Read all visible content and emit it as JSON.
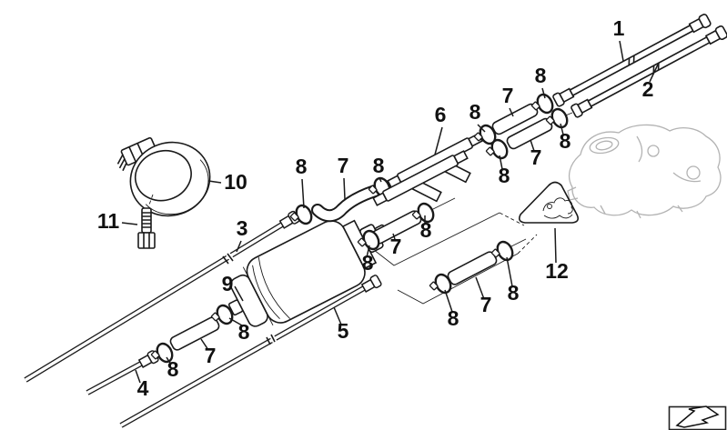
{
  "colors": {
    "background": "#ffffff",
    "line": "#1a1a1a",
    "tank_ghost": "#b3b3b3"
  },
  "icons": {
    "warning_triangle": "warning-triangle-icon",
    "corner_logo": "brand-zigzag-logo-icon"
  },
  "callouts": [
    {
      "text": "1"
    },
    {
      "text": "2"
    },
    {
      "text": "8"
    },
    {
      "text": "7"
    },
    {
      "text": "8"
    },
    {
      "text": "6"
    },
    {
      "text": "8"
    },
    {
      "text": "7"
    },
    {
      "text": "8"
    },
    {
      "text": "8"
    },
    {
      "text": "7"
    },
    {
      "text": "8"
    },
    {
      "text": "10"
    },
    {
      "text": "11"
    },
    {
      "text": "3"
    },
    {
      "text": "8"
    },
    {
      "text": "7"
    },
    {
      "text": "8"
    },
    {
      "text": "9"
    },
    {
      "text": "12"
    },
    {
      "text": "8"
    },
    {
      "text": "7"
    },
    {
      "text": "8"
    },
    {
      "text": "8"
    },
    {
      "text": "5"
    },
    {
      "text": "7"
    },
    {
      "text": "8"
    },
    {
      "text": "4"
    }
  ]
}
